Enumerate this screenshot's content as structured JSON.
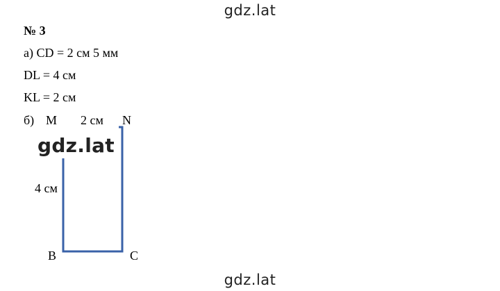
{
  "watermarks": {
    "top": "gdz.lat",
    "middle": "gdz.lat",
    "bottom": "gdz.lat"
  },
  "problem": {
    "heading": "№ 3",
    "part_a": {
      "line1": "а) CD = 2 см 5 мм",
      "line2": "DL = 4 см",
      "line3": "KL = 2 см"
    },
    "part_b": {
      "marker": "б)",
      "label_m": "M",
      "label_mn": "2 см",
      "label_n": "N",
      "label_side": "4 см",
      "label_b": "B",
      "label_c": "C"
    }
  },
  "colors": {
    "rectangle_stroke": "#3a62a8"
  }
}
